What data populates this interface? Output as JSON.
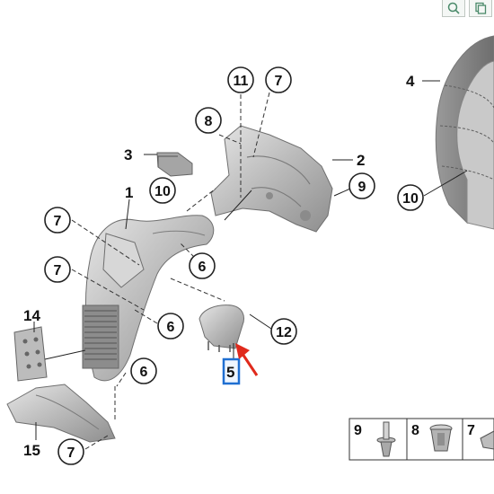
{
  "toolbar": {
    "zoom_icon": "zoom-icon",
    "copy_icon": "copy-icon"
  },
  "labels": {
    "part_1": "1",
    "part_2": "2",
    "part_3": "3",
    "part_4": "4",
    "part_5": "5",
    "part_14": "14",
    "part_15": "15"
  },
  "callouts": {
    "c11": "11",
    "c7_top": "7",
    "c8": "8",
    "c10_mid": "10",
    "c9_right": "9",
    "c10_right": "10",
    "c7_left1": "7",
    "c6_mid": "6",
    "c7_left2": "7",
    "c6_low": "6",
    "c12": "12",
    "c6_bottom": "6",
    "c7_bottom": "7"
  },
  "legend": {
    "item_9": "9",
    "item_8": "8",
    "item_7": "7"
  },
  "highlight": {
    "part": "5",
    "color": "#1f6fd1"
  },
  "arrow_color": "#e02a1c"
}
